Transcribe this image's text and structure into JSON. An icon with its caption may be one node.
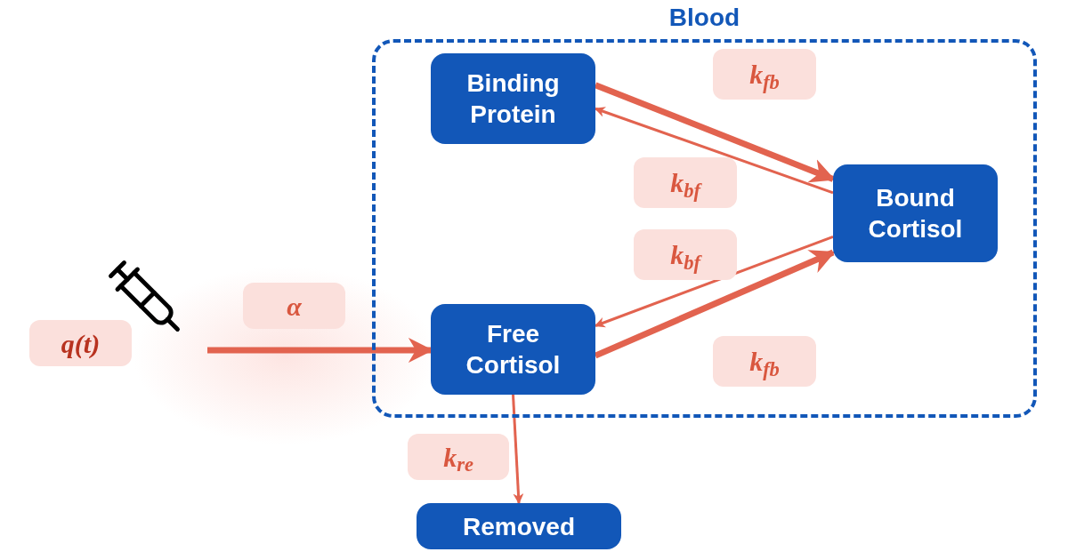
{
  "diagram": {
    "nodes": [
      {
        "text": [
          "Blood"
        ]
      },
      {
        "text": [
          "Binding Protein"
        ],
        "in": 0
      },
      {
        "text": [
          "Bound Cortisol"
        ],
        "in": 0
      },
      {
        "text": [
          "Free Cortisol"
        ],
        "in": 0
      },
      {
        "text": [
          "Removed"
        ]
      }
    ],
    "edges": [
      {
        "from": null,
        "to": 3,
        "arrow": "to",
        "label": "α",
        "style": "thick"
      },
      {
        "from": 1,
        "to": 2,
        "arrow": "to",
        "label": "k$_{fb}$",
        "style": "thick"
      },
      {
        "from": 2,
        "to": 1,
        "arrow": "to",
        "label": "k$_{bf}$"
      },
      {
        "from": 2,
        "to": 3,
        "arrow": "to",
        "label": "k$_{bf}$"
      },
      {
        "from": 3,
        "to": 2,
        "arrow": "to",
        "label": "k$_{fb}$",
        "style": "thick"
      },
      {
        "from": 3,
        "to": 4,
        "arrow": "to",
        "label": "k$_{re}$"
      }
    ],
    "labels": [
      "q(t)"
    ]
  }
}
